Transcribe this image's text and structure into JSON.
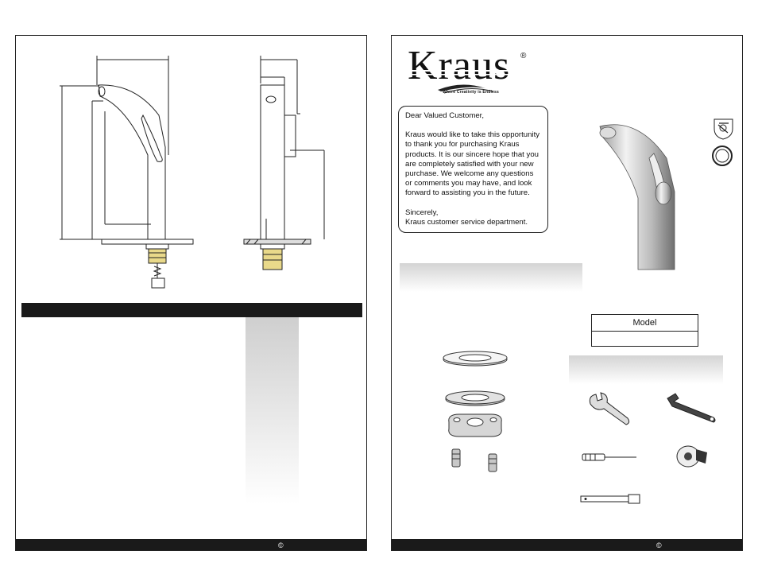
{
  "left_page": {
    "copyright_symbol": "©"
  },
  "right_page": {
    "brand": {
      "name": "Kraus",
      "registered_mark": "®",
      "tagline": "Where Creativity is Endless"
    },
    "letter": {
      "salutation": "Dear Valued Customer,",
      "body": "Kraus would like to take this opportunity to thank you for purchasing Kraus products. It is our sincere hope that you are completely satisfied with your new purchase. We welcome any questions or comments you may have, and look forward to assisting you in the future.",
      "closing": "Sincerely,",
      "signature": "Kraus customer service department."
    },
    "model_box": {
      "label": "Model",
      "value": ""
    },
    "copyright_symbol": "©"
  },
  "icons": [
    "upc-certification-icon",
    "ring-certification-icon",
    "open-wrench-icon",
    "adjustable-wrench-icon",
    "screwdriver-icon",
    "plumbers-tape-icon",
    "socket-wrench-icon"
  ]
}
